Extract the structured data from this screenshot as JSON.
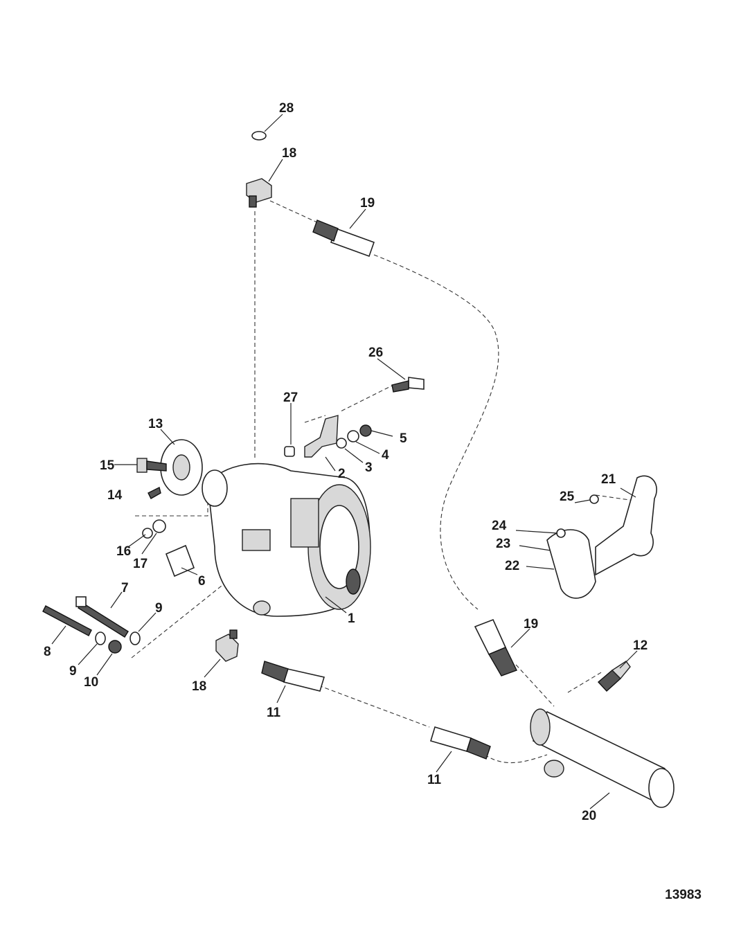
{
  "figure": {
    "id": "13983",
    "callouts": [
      "1",
      "2",
      "3",
      "4",
      "5",
      "6",
      "7",
      "8",
      "9",
      "9",
      "10",
      "11",
      "11",
      "12",
      "13",
      "14",
      "15",
      "16",
      "17",
      "18",
      "18",
      "19",
      "19",
      "20",
      "21",
      "22",
      "23",
      "24",
      "25",
      "26",
      "27",
      "28"
    ]
  }
}
